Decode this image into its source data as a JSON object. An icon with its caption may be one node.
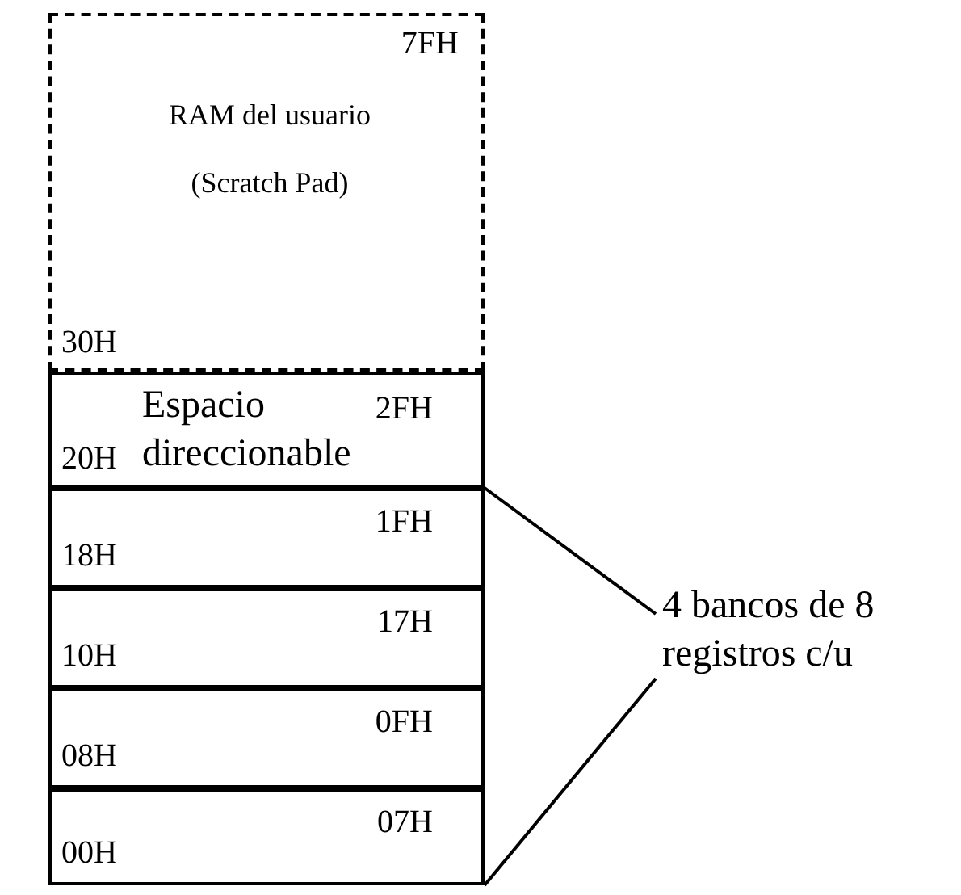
{
  "diagram": {
    "nodes": [
      {
        "text": [
          "7FH",
          "RAM del usuario (Scratch Pad)",
          "30H"
        ]
      },
      {
        "text": [
          "Espacio direccionable",
          "2FH",
          "20H"
        ]
      },
      {
        "text": [
          "1FH",
          "18H"
        ]
      },
      {
        "text": [
          "17H",
          "10H"
        ]
      },
      {
        "text": [
          "0FH",
          "08H"
        ]
      },
      {
        "text": [
          "07H",
          "00H"
        ]
      },
      {
        "text": [
          "4 bancos de 8 registros c/u"
        ]
      }
    ],
    "edges": [
      {
        "from": 6,
        "to": 2,
        "arrow": "none"
      },
      {
        "from": 6,
        "to": 5,
        "arrow": "none"
      }
    ]
  }
}
